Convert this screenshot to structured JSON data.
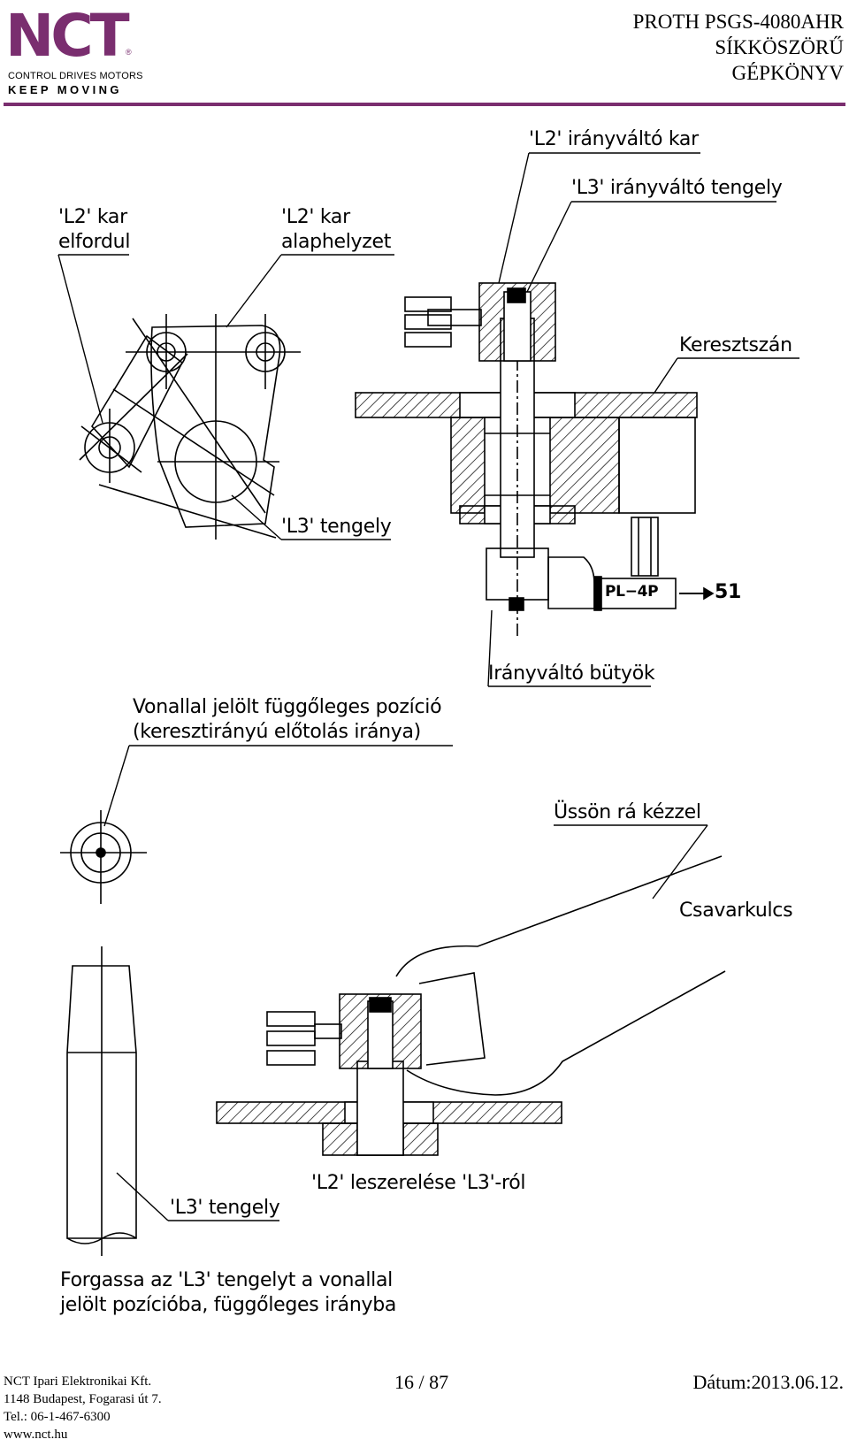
{
  "header": {
    "logo": {
      "mark": "NCT",
      "reg": "®",
      "line1": "CONTROL DRIVES MOTORS",
      "line2": "KEEP MOVING"
    },
    "title_lines": [
      "PROTH PSGS-4080AHR",
      "SÍKKÖSZÖRŰ",
      "GÉPKÖNYV"
    ],
    "accent_color": "#7a2e6f"
  },
  "diagram": {
    "labels": {
      "l2_kar_elfordul_1": "'L2' kar",
      "l2_kar_elfordul_2": "elfordul",
      "l2_kar_alaphelyzet_1": "'L2' kar",
      "l2_kar_alaphelyzet_2": "alaphelyzet",
      "l2_iranyvalto_kar": "'L2' irányváltó kar",
      "l3_iranyvalto_tengely": "'L3' irányváltó tengely",
      "keresztszan": "Keresztszán",
      "l3_tengely_top": "'L3' tengely",
      "pl4p": "PL−4P",
      "num_51": "51",
      "iranyvalto_butyok": "Irányváltó bütyök",
      "vonallal_1": "Vonallal jelölt függőleges pozíció",
      "vonallal_2": "(keresztirányú előtolás iránya)",
      "usson_ra": "Üssön rá kézzel",
      "csavarkulcs": "Csavarkulcs",
      "l3_tengely_bottom": "'L3' tengely",
      "l2_leszerelese": "'L2' leszerelése 'L3'-ról",
      "forgassa_1": "Forgassa az 'L3' tengelyt a vonallal",
      "forgassa_2": "jelölt pozícióba, függőleges irányba"
    }
  },
  "footer": {
    "company": "NCT Ipari Elektronikai Kft.",
    "address": "1148 Budapest, Fogarasi út 7.",
    "phone": "Tel.: 06-1-467-6300",
    "web": "www.nct.hu",
    "page": "16 / 87",
    "date": "Dátum:2013.06.12."
  }
}
